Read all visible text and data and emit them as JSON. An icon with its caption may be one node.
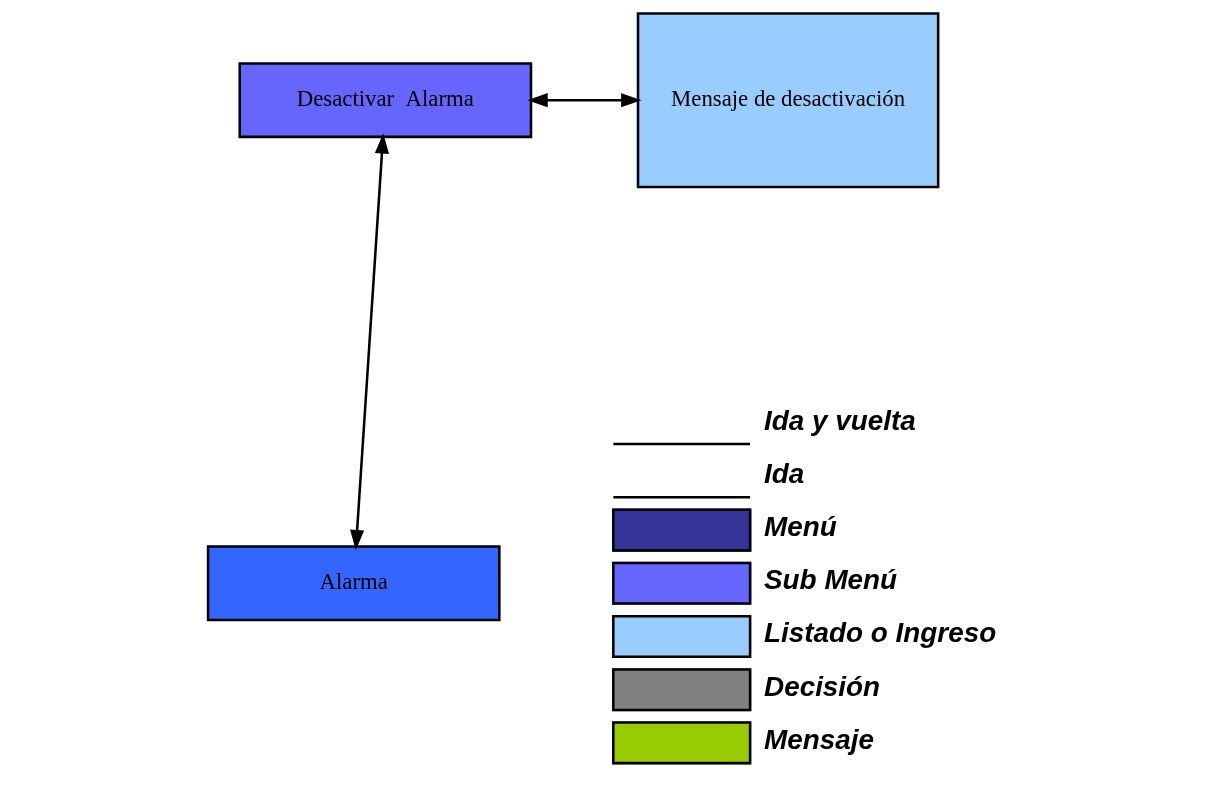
{
  "diagram": {
    "nodes": [
      {
        "text": [
          "Desactivar  Alarma"
        ]
      },
      {
        "text": [
          "Mensaje de desactivación"
        ]
      },
      {
        "text": [
          "Alarma"
        ]
      }
    ],
    "edges": [
      {
        "from": 0,
        "to": 1,
        "arrow": "both"
      },
      {
        "from": 0,
        "to": 2,
        "arrow": "both"
      }
    ],
    "legend": [
      {
        "text": "Ida y vuelta"
      },
      {
        "text": "Ida"
      },
      {
        "text": "Menú",
        "color": "#333399"
      },
      {
        "text": "Sub Menú",
        "color": "#6666ff"
      },
      {
        "text": "Listado o Ingreso",
        "color": "#99ccff"
      },
      {
        "text": "Decisión",
        "color": "#808080"
      },
      {
        "text": "Mensaje",
        "color": "#99cc00"
      }
    ]
  }
}
